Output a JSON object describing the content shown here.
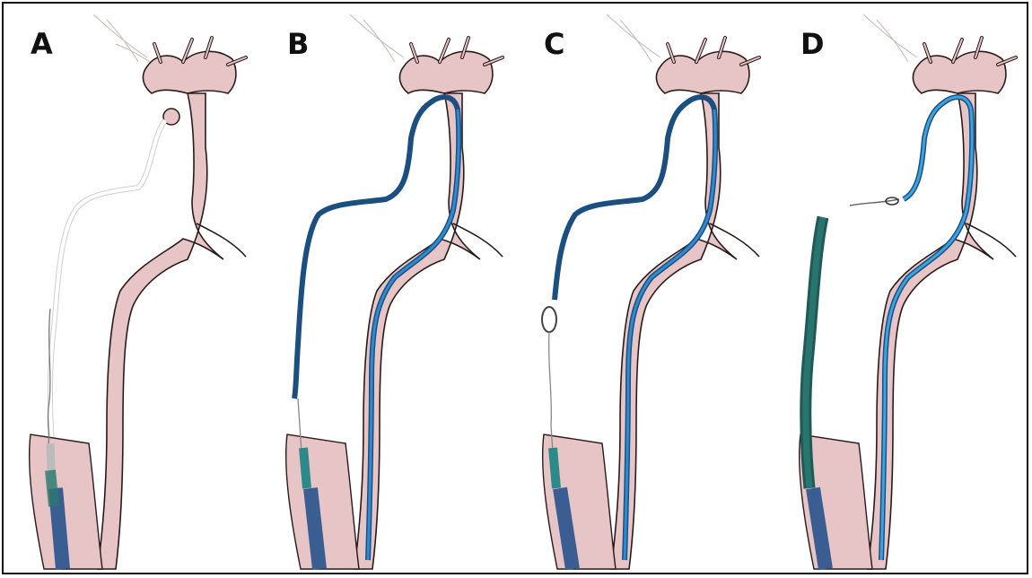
{
  "panels": [
    {
      "label": "A",
      "stage": "catheter-not-advanced"
    },
    {
      "label": "B",
      "stage": "wire-and-catheter-advanced"
    },
    {
      "label": "C",
      "stage": "loop-formed"
    },
    {
      "label": "D",
      "stage": "sheath-advanced-loop-distal"
    }
  ],
  "colors": {
    "vessel_fill": "#e7c4c6",
    "vessel_stroke": "#2a1b1b",
    "wire_blue": "#2f8bd0",
    "wire_dark": "#1b4f80",
    "sheath_teal": "#1f6a66",
    "catheter_dark": "#2c4a7a",
    "background": "#ffffff"
  }
}
